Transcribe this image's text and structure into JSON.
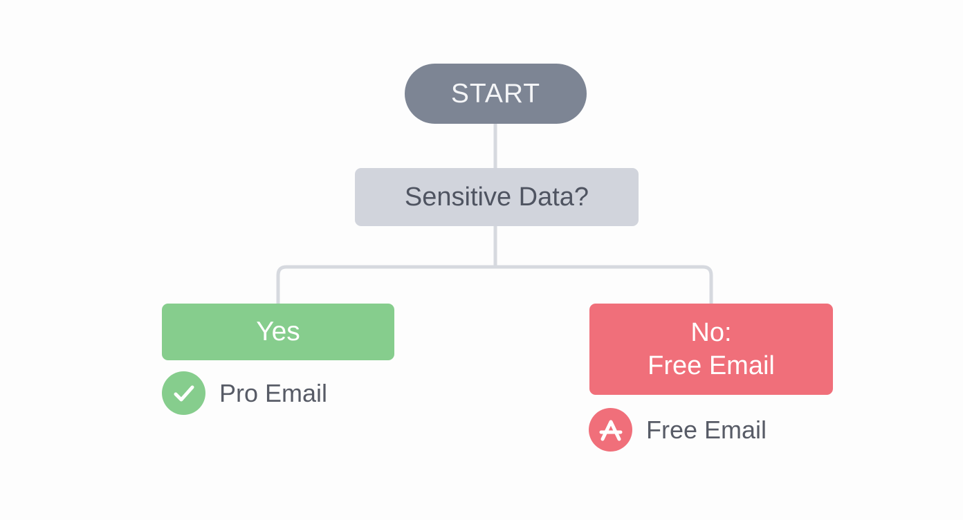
{
  "nodes": {
    "start": {
      "label": "START"
    },
    "decision": {
      "label": "Sensitive Data?"
    },
    "yes": {
      "label": "Yes"
    },
    "no": {
      "line1": "No:",
      "line2": "Free Email"
    }
  },
  "outcomes": {
    "yes": {
      "label": "Pro Email",
      "icon": "check-icon"
    },
    "no": {
      "label": "Free Email",
      "icon": "warning-icon"
    }
  },
  "colors": {
    "start": "#7d8594",
    "decision": "#d1d4dc",
    "yes": "#86cd8d",
    "no": "#f06f7a",
    "connector": "#d6d9df"
  }
}
